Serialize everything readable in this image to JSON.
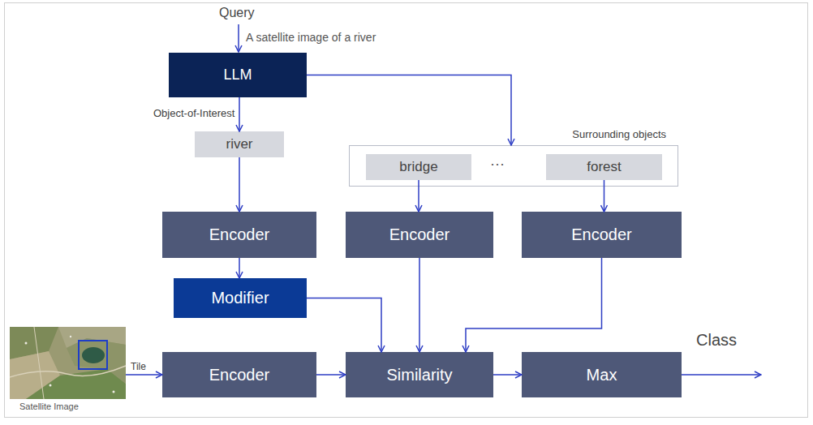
{
  "diagram": {
    "nodes": [
      {
        "text": [
          "LLM"
        ]
      },
      {
        "text": [
          "river"
        ]
      },
      {
        "text": [
          "Surrounding objects"
        ]
      },
      {
        "text": [
          "bridge"
        ],
        "in": 2
      },
      {
        "text": [
          "forest"
        ],
        "in": 2
      },
      {
        "text": [
          "Encoder"
        ]
      },
      {
        "text": [
          "Encoder"
        ]
      },
      {
        "text": [
          "Encoder"
        ]
      },
      {
        "text": [
          "Modifier"
        ]
      },
      {
        "text": [
          "Satellite Image"
        ]
      },
      {
        "text": [
          "Encoder"
        ]
      },
      {
        "text": [
          "Similarity"
        ]
      },
      {
        "text": [
          "Max"
        ]
      }
    ],
    "edges": [
      {
        "from": 0,
        "to": 1,
        "label": "Object-of-Interest",
        "arrow": "to"
      },
      {
        "from": 0,
        "to": 2,
        "arrow": "to"
      },
      {
        "from": 1,
        "to": 5,
        "arrow": "to"
      },
      {
        "from": 3,
        "to": 6,
        "arrow": "to"
      },
      {
        "from": 4,
        "to": 7,
        "arrow": "to"
      },
      {
        "from": 5,
        "to": 8,
        "arrow": "to"
      },
      {
        "from": 9,
        "to": 10,
        "label": "Tile",
        "arrow": "to"
      },
      {
        "from": 8,
        "to": 11,
        "arrow": "to"
      },
      {
        "from": 6,
        "to": 11,
        "arrow": "to"
      },
      {
        "from": 7,
        "to": 11,
        "arrow": "to"
      },
      {
        "from": 10,
        "to": 11,
        "arrow": "to"
      },
      {
        "from": 11,
        "to": 12,
        "arrow": "to"
      }
    ],
    "labels": [
      "Query",
      "A satellite image of a river",
      "···",
      "Class"
    ]
  }
}
